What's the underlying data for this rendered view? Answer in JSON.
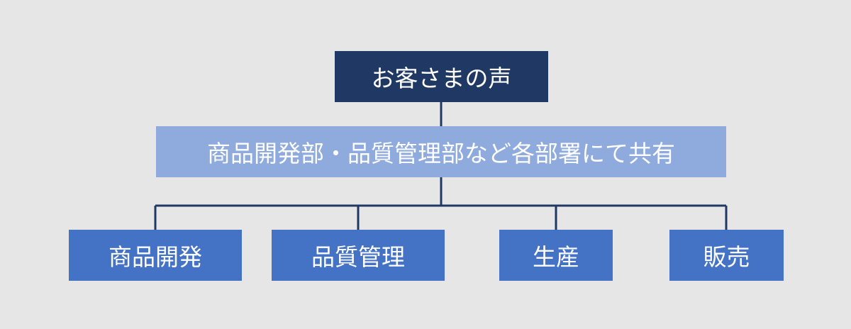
{
  "diagram": {
    "root": {
      "label": "お客さまの声"
    },
    "middle": {
      "label": "商品開発部・品質管理部など各部署にて共有"
    },
    "children": [
      {
        "label": "商品開発"
      },
      {
        "label": "品質管理"
      },
      {
        "label": "生産"
      },
      {
        "label": "販売"
      }
    ],
    "colors": {
      "background": "#e6e6e6",
      "root_fill": "#1f3864",
      "middle_fill": "#8faadc",
      "leaf_fill": "#4472c4",
      "connector": "#1f3864",
      "text": "#ffffff"
    }
  }
}
